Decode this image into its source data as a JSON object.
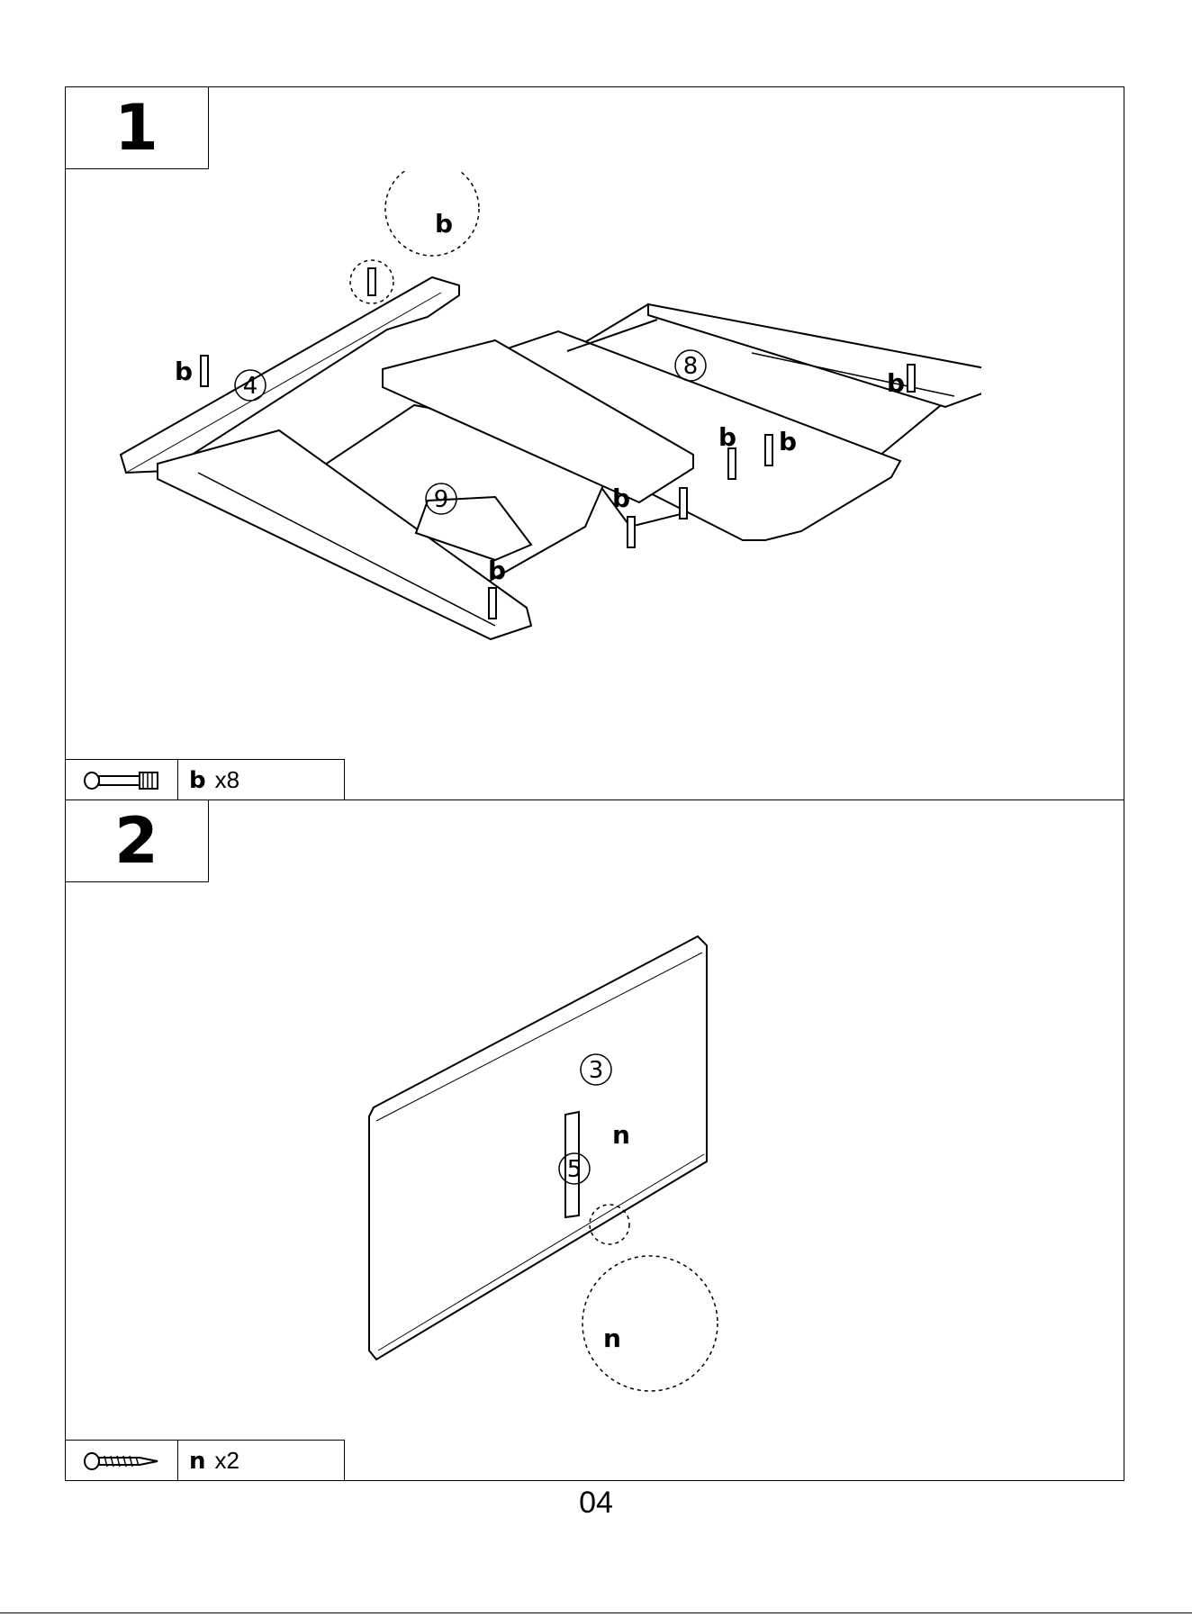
{
  "steps": [
    {
      "number": "1",
      "hardware": {
        "letter": "b",
        "qty": "x8",
        "icon": "cam-bolt-icon"
      },
      "callouts": {
        "parts": [
          "4",
          "8",
          "9"
        ],
        "hardware_letter": "b"
      }
    },
    {
      "number": "2",
      "hardware": {
        "letter": "n",
        "qty": "x2",
        "icon": "screw-icon"
      },
      "callouts": {
        "parts": [
          "3",
          "5"
        ],
        "hardware_letter": "n"
      }
    }
  ],
  "page_number": "04"
}
